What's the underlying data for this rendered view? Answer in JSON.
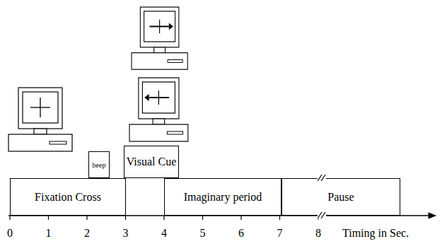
{
  "diagram": {
    "nodes": [
      {
        "text": [
          "Fixation Cross"
        ]
      },
      {
        "text": [
          "beep"
        ]
      },
      {
        "text": [
          "Visual Cue"
        ]
      },
      {
        "text": [
          "Imaginary period"
        ]
      },
      {
        "text": [
          "Pause"
        ]
      }
    ],
    "labels": [
      "0",
      "1",
      "2",
      "3",
      "4",
      "5",
      "6",
      "7",
      "8",
      "Timing in Sec."
    ]
  }
}
